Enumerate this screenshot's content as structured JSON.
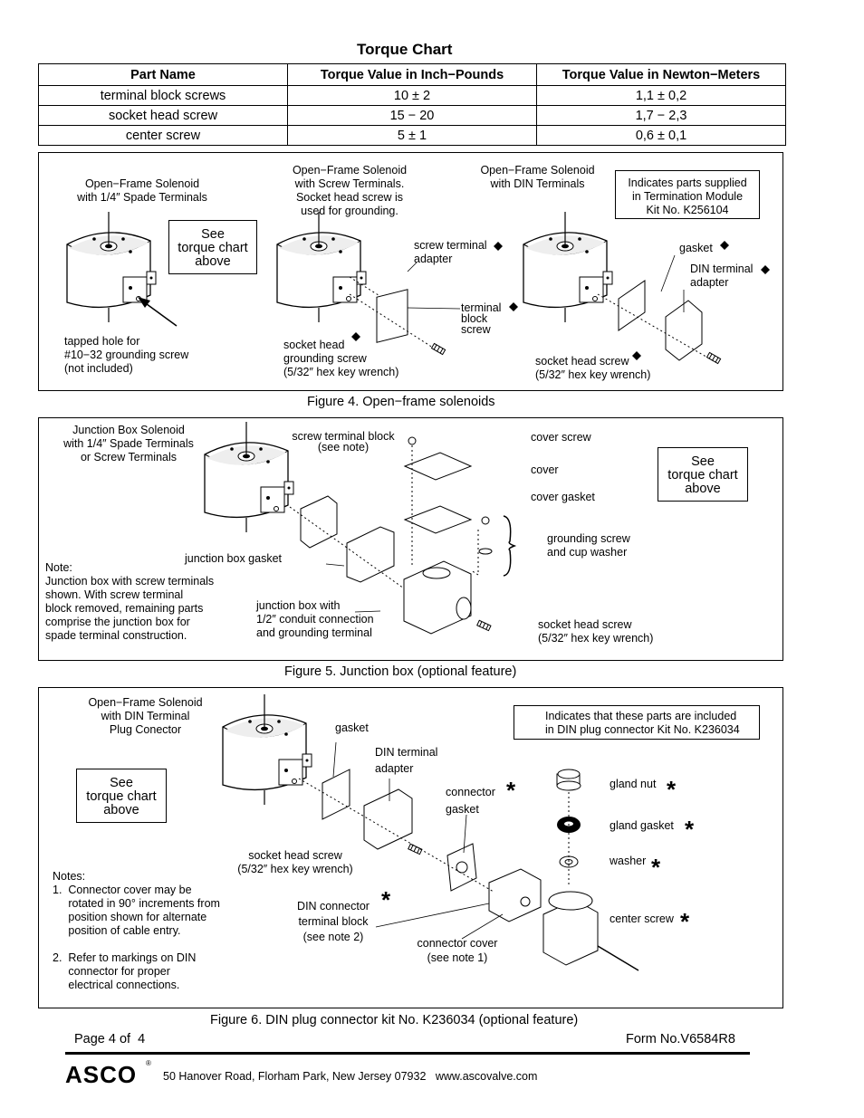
{
  "title": "Torque  Chart",
  "table": {
    "headers": [
      "Part Name",
      "Torque Value in Inch−Pounds",
      "Torque Value in Newton−Meters"
    ],
    "rows": [
      [
        "terminal block screws",
        "10 ± 2",
        "1,1 ± 0,2"
      ],
      [
        "socket head screw",
        "15 − 20",
        "1,7 − 2,3"
      ],
      [
        "center screw",
        "5 ± 1",
        "0,6 ±  0,1"
      ]
    ]
  },
  "see_torque": "See\ntorque chart\nabove",
  "fig4": {
    "caption": "Figure 4. Open−frame solenoids",
    "label_a": "Open−Frame Solenoid\nwith 1/4″ Spade Terminals",
    "label_b": "Open−Frame Solenoid\nwith Screw Terminals.\nSocket head screw is\nused for grounding.",
    "label_c": "Open−Frame Solenoid\nwith DIN Terminals",
    "legend": "Indicates parts supplied\nin Termination Module\nKit No. K256104",
    "tapped": "tapped hole for\n#10−32 grounding screw\n(not included)",
    "screw_adapter": "screw terminal\nadapter",
    "terminal_block": "terminal\nblock\nscrew",
    "socket_b": "socket head\ngrounding screw\n(5/32″ hex key wrench)",
    "gasket": "gasket",
    "din_adapter": "DIN terminal\nadapter",
    "socket_c": "socket head screw\n(5/32″ hex key wrench)"
  },
  "fig5": {
    "caption": "Figure 5. Junction box (optional feature)",
    "label": "Junction Box Solenoid\nwith 1/4″ Spade Terminals\nor Screw Terminals",
    "stb": "screw terminal block\n(see note)",
    "cover_screw": "cover screw",
    "cover": "cover",
    "cover_gasket": "cover gasket",
    "grounding": "grounding screw\nand cup washer",
    "jb_gasket": "junction box gasket",
    "note": "Note:\nJunction box with screw terminals\nshown. With screw terminal\nblock removed, remaining parts\ncomprise the junction box for\nspade terminal construction.",
    "jb_with": "junction box with\n1/2″ conduit connection\nand grounding terminal",
    "socket": "socket head screw\n(5/32″ hex key wrench)"
  },
  "fig6": {
    "caption": "Figure 6. DIN plug connector kit No. K236034 (optional feature)",
    "label": "Open−Frame Solenoid\nwith DIN Terminal\nPlug Conector",
    "legend": "Indicates that these parts are included\nin DIN plug connector Kit No. K236034",
    "gasket": "gasket",
    "din_adapter": "DIN terminal\nadapter",
    "conn_gasket": "connector\ngasket",
    "gland_nut": "gland nut",
    "gland_gasket": "gland gasket",
    "washer": "washer",
    "socket": "socket head screw\n(5/32″ hex key wrench)",
    "notes": "Notes:\n1.  Connector cover may be\n     rotated in 90° increments from\n     position shown for alternate\n     position of cable entry.\n\n2.  Refer to markings on DIN\n     connector for proper\n     electrical connections.",
    "din_block": "DIN connector\nterminal block\n(see note 2)",
    "center_screw": "center screw",
    "conn_cover": "connector cover\n(see note 1)"
  },
  "footer": {
    "page": "Page 4 of  4",
    "form": "Form No.V6584R8",
    "logo": "ASCO",
    "address": "50 Hanover Road, Florham Park, New Jersey 07932   www.ascovalve.com"
  }
}
